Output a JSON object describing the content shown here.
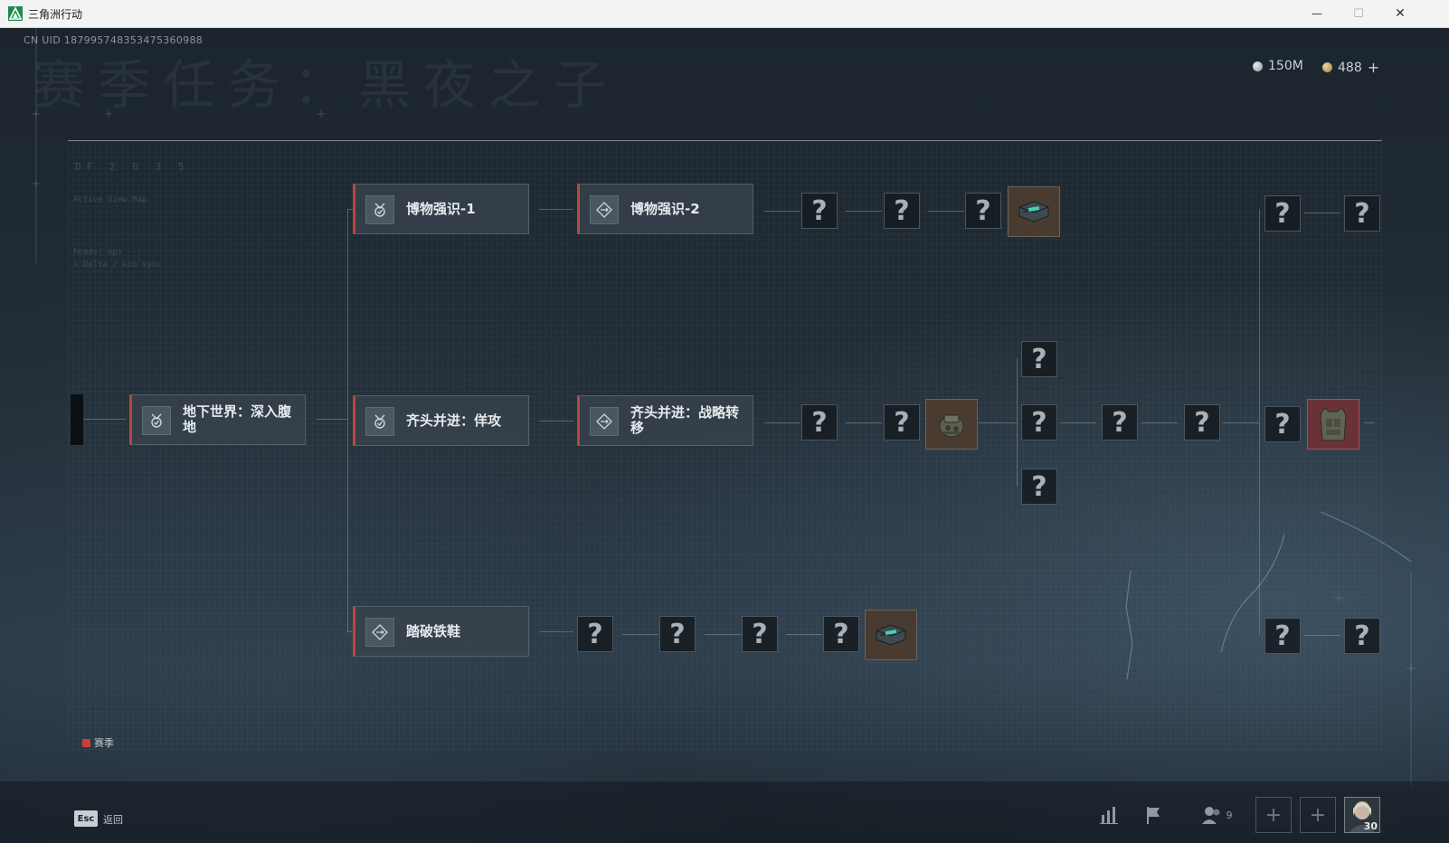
{
  "window": {
    "title": "三角洲行动",
    "minimize_glyph": "—",
    "maximize_glyph": "☐",
    "close_glyph": "✕"
  },
  "header": {
    "uid": "CN UID 18799574835347536098​8",
    "page_title": "赛季任务：黑夜之子"
  },
  "currency": {
    "silver_amount": "150M",
    "gold_amount": "488",
    "add_glyph": "+"
  },
  "tasks": {
    "root": {
      "label": "地下世界：深入腹地",
      "icon": "medal-icon"
    },
    "row1_a": {
      "label": "博物强识-1",
      "icon": "medal-icon"
    },
    "row1_b": {
      "label": "博物强识-2",
      "icon": "diamond-arrows-icon"
    },
    "row2_a": {
      "label": "齐头并进：佯攻",
      "icon": "medal-icon"
    },
    "row2_b": {
      "label": "齐头并进：战略转移",
      "icon": "diamond-arrows-icon"
    },
    "row3_a": {
      "label": "踏破铁鞋",
      "icon": "diamond-arrows-icon"
    }
  },
  "unknown_glyph": "?",
  "rewards": {
    "supply_case": "supply-case-icon",
    "gear_bag": "gear-bag-icon",
    "armor_vest": "armor-vest-icon"
  },
  "legend": {
    "label": "赛季",
    "color": "#c53f3b"
  },
  "footer": {
    "esc_key": "Esc",
    "back_label": "返回",
    "squad_count": "9",
    "player_level": "30"
  },
  "colors": {
    "accent_red": "#b8473c",
    "node_bg": "#37424c",
    "text_light": "#e6eaed"
  }
}
